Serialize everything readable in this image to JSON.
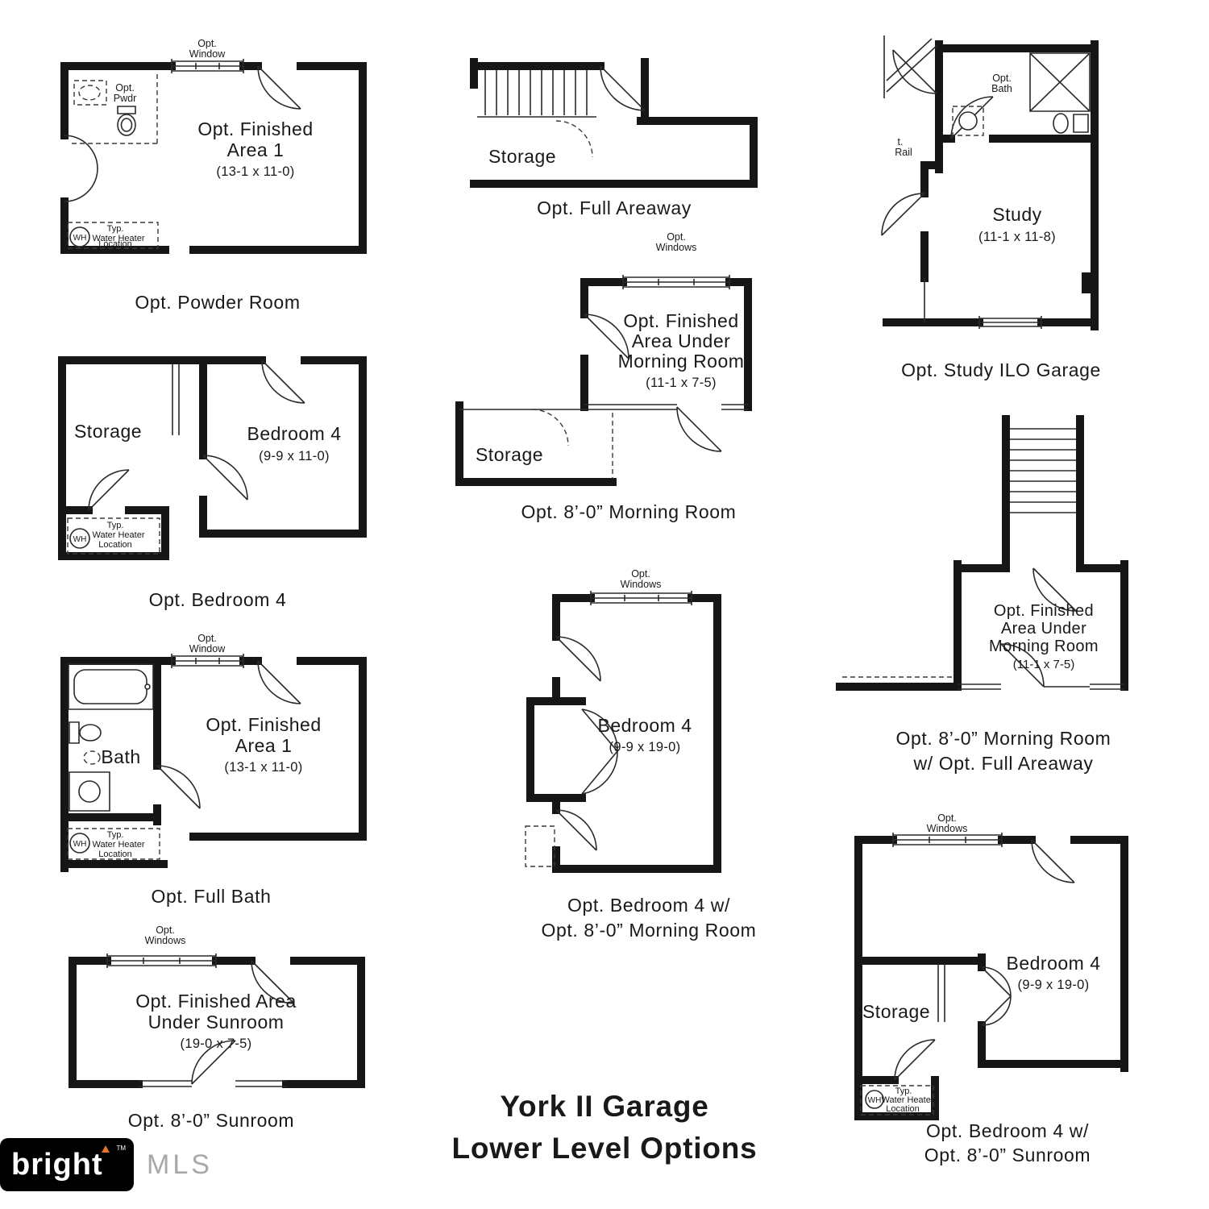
{
  "title": [
    "York II Garage",
    "Lower Level Options"
  ],
  "logo": {
    "brand": "bright",
    "tm": "TM",
    "suffix": "MLS"
  },
  "plans": {
    "powder_room": {
      "caption": "Opt. Powder Room",
      "window_label": [
        "Opt.",
        "Window"
      ],
      "pwdr_label": [
        "Opt.",
        "Pwdr"
      ],
      "area": [
        "Opt. Finished",
        "Area 1",
        "(13-1 x 11-0)"
      ],
      "wh": "WH",
      "wh_label": [
        "Typ.",
        "Water Heater",
        "Location"
      ]
    },
    "bedroom4": {
      "caption": "Opt. Bedroom 4",
      "storage": "Storage",
      "room": [
        "Bedroom 4",
        "(9-9 x 11-0)"
      ],
      "wh": "WH",
      "wh_label": [
        "Typ.",
        "Water Heater",
        "Location"
      ]
    },
    "full_bath": {
      "caption": "Opt. Full Bath",
      "window_label": [
        "Opt.",
        "Window"
      ],
      "bath": "Bath",
      "area": [
        "Opt. Finished",
        "Area 1",
        "(13-1 x 11-0)"
      ],
      "wh": "WH",
      "wh_label": [
        "Typ.",
        "Water Heater",
        "Location"
      ]
    },
    "sunroom": {
      "caption": "Opt. 8’-0” Sunroom",
      "windows_label": [
        "Opt.",
        "Windows"
      ],
      "area": [
        "Opt. Finished Area",
        "Under Sunroom",
        "(19-0 x 7-5)"
      ]
    },
    "areaway": {
      "caption": "Opt. Full Areaway",
      "storage": "Storage"
    },
    "morning_room": {
      "caption": "Opt. 8’-0” Morning Room",
      "windows_label": [
        "Opt.",
        "Windows"
      ],
      "area": [
        "Opt. Finished",
        "Area Under",
        "Morning Room",
        "(11-1 x 7-5)"
      ],
      "storage": "Storage"
    },
    "bedroom4_morning": {
      "caption": [
        "Opt. Bedroom 4 w/",
        "Opt. 8’-0” Morning Room"
      ],
      "windows_label": [
        "Opt.",
        "Windows"
      ],
      "room": [
        "Bedroom 4",
        "(9-9 x 19-0)"
      ]
    },
    "study": {
      "caption": "Opt. Study ILO Garage",
      "bath_label": [
        "Opt.",
        "Bath"
      ],
      "rail_label": [
        "t.",
        "Rail"
      ],
      "room": [
        "Study",
        "(11-1 x 11-8)"
      ]
    },
    "morning_areaway": {
      "caption": [
        "Opt. 8’-0” Morning Room",
        "w/ Opt. Full Areaway"
      ],
      "area": [
        "Opt. Finished",
        "Area Under",
        "Morning Room",
        "(11-1 x 7-5)"
      ]
    },
    "bedroom4_sunroom": {
      "caption": [
        "Opt. Bedroom 4 w/",
        "Opt. 8’-0” Sunroom"
      ],
      "windows_label": [
        "Opt.",
        "Windows"
      ],
      "room": [
        "Bedroom 4",
        "(9-9 x 19-0)"
      ],
      "storage": "Storage",
      "wh": "WH",
      "wh_label": [
        "Typ.",
        "Water Heater",
        "Location"
      ]
    }
  }
}
